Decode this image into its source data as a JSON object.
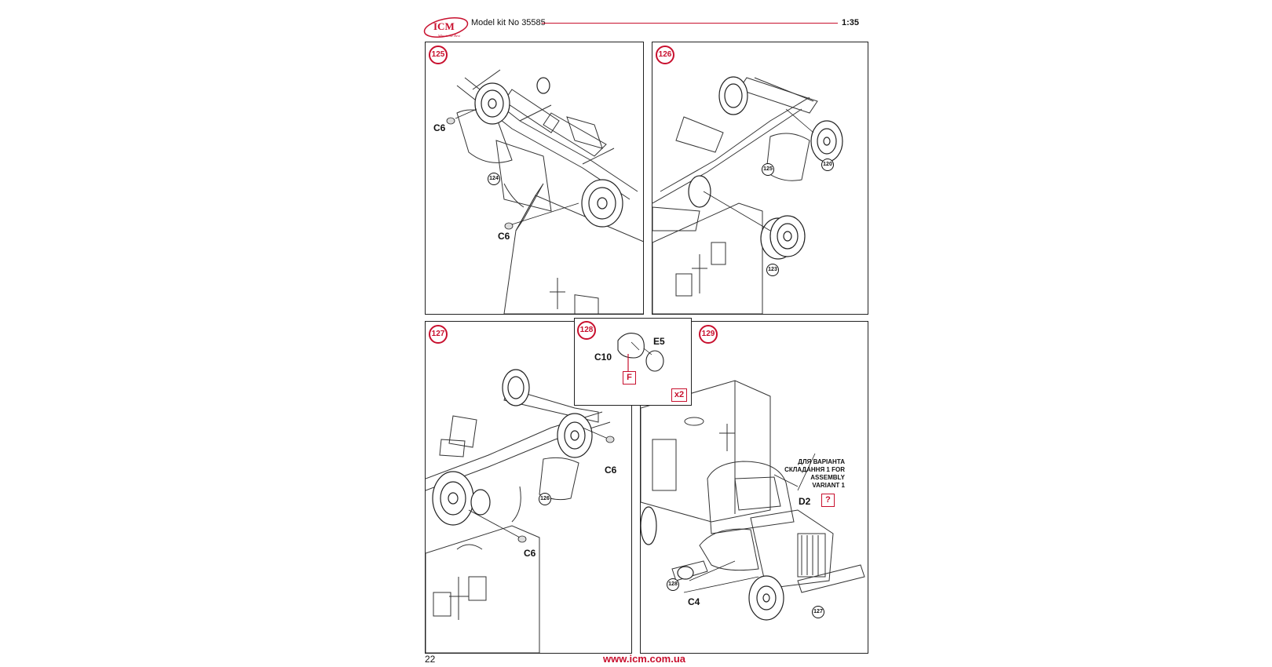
{
  "header": {
    "logo_text": "ICM",
    "logo_tagline": "Who is the Best",
    "title": "Model kit No 35585",
    "scale": "1:35"
  },
  "colors": {
    "accent": "#c8102e",
    "line": "#222222"
  },
  "steps": [
    {
      "number": "125",
      "parts": [
        "C6",
        "C6"
      ],
      "refs": [
        "124"
      ]
    },
    {
      "number": "126",
      "parts": [],
      "refs": [
        "125",
        "120",
        "123"
      ]
    },
    {
      "number": "127",
      "parts": [
        "C6",
        "C6"
      ],
      "refs": [
        "126"
      ]
    },
    {
      "number": "128",
      "parts": [
        "C10",
        "E5"
      ],
      "paint_code": "F",
      "multiplier": "x2"
    },
    {
      "number": "129",
      "parts": [
        "D2",
        "C4"
      ],
      "refs": [
        "128",
        "127"
      ],
      "note": "ДЛЯ ВАРІАНТА СКЛАДАННЯ 1 FOR ASSEMBLY VARIANT 1",
      "variant_mark": "?"
    }
  ],
  "footer": {
    "page_number": "22",
    "url": "www.icm.com.ua"
  }
}
